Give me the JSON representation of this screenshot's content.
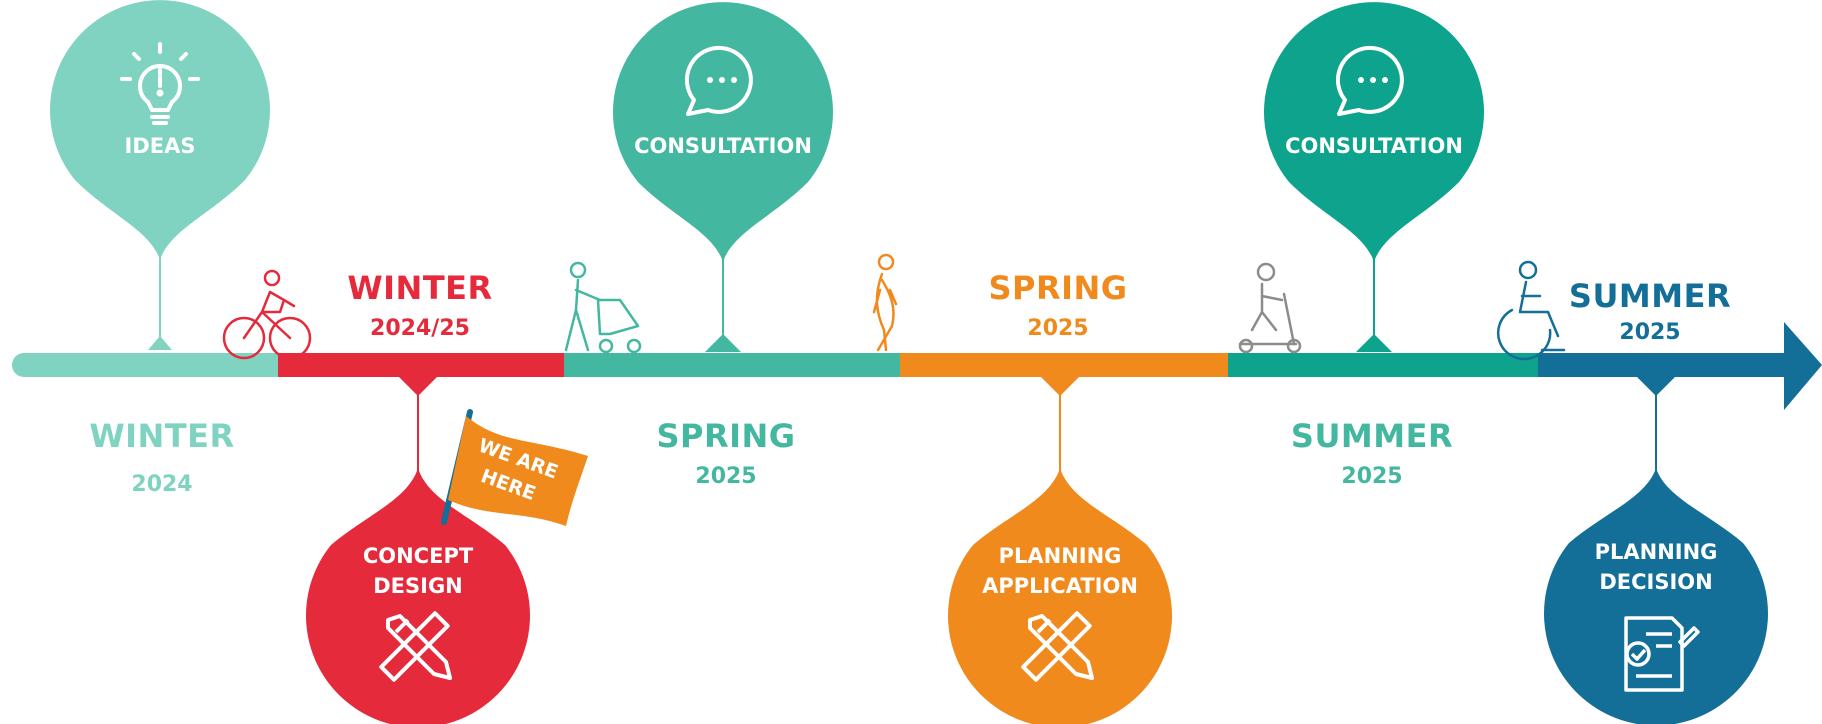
{
  "colors": {
    "mint": "#7fd3c0",
    "teal_mid": "#43b7a0",
    "teal_dark": "#0ea38c",
    "red": "#e42a3b",
    "orange": "#f08a1d",
    "blue": "#146f98",
    "white": "#ffffff"
  },
  "timeline": {
    "direction": "left-to-right",
    "arrow_end": true
  },
  "milestones_above": [
    {
      "label": "IDEAS",
      "icon": "lightbulb-icon",
      "color": "mint"
    },
    {
      "label": "CONSULTATION",
      "icon": "chat-bubble-icon",
      "color": "teal_mid"
    },
    {
      "label": "CONSULTATION",
      "icon": "chat-bubble-icon",
      "color": "teal_dark"
    }
  ],
  "milestones_below": [
    {
      "label_line1": "CONCEPT",
      "label_line2": "DESIGN",
      "icon": "pencil-ruler-icon",
      "color": "red"
    },
    {
      "label_line1": "PLANNING",
      "label_line2": "APPLICATION",
      "icon": "pencil-ruler-icon",
      "color": "orange"
    },
    {
      "label_line1": "PLANNING",
      "label_line2": "DECISION",
      "icon": "document-check-icon",
      "color": "blue"
    }
  ],
  "seasons_above": [
    {
      "season": "WINTER",
      "year": "2024/25",
      "color": "red"
    },
    {
      "season": "SPRING",
      "year": "2025",
      "color": "orange"
    },
    {
      "season": "SUMMER",
      "year": "2025",
      "color": "blue"
    }
  ],
  "seasons_below": [
    {
      "season": "WINTER",
      "year": "2024",
      "color": "mint"
    },
    {
      "season": "SPRING",
      "year": "2025",
      "color": "teal_mid"
    },
    {
      "season": "SUMMER",
      "year": "2025",
      "color": "teal_mid"
    }
  ],
  "flag": {
    "line1": "WE ARE",
    "line2": "HERE"
  },
  "travel_icons": [
    "cyclist-icon",
    "person-with-stroller-icon",
    "pedestrian-icon",
    "scooter-rider-icon",
    "wheelchair-user-icon"
  ]
}
